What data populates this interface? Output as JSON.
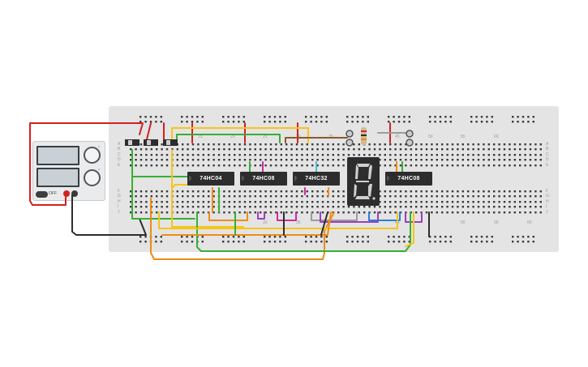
{
  "power_supply": {
    "on_label": "OFF",
    "knob_top_label": "V",
    "knob_bottom_label": "A",
    "terminal_colors": {
      "positive": "#d32020",
      "negative": "#3a3a3a"
    }
  },
  "breadboard": {
    "column_numbers_top": [
      "15",
      "20",
      "25",
      "30",
      "35",
      "40",
      "45",
      "50",
      "55",
      "60"
    ],
    "column_numbers_bottom": [
      "30",
      "35",
      "45",
      "50",
      "55",
      "60"
    ],
    "row_labels_top": [
      "A",
      "B",
      "C",
      "D",
      "E"
    ],
    "row_labels_bottom": [
      "F",
      "G",
      "H",
      "I",
      "J"
    ]
  },
  "chips": [
    {
      "label": "74HC04"
    },
    {
      "label": "74HC08"
    },
    {
      "label": "74HC32"
    },
    {
      "label": "74HC08"
    }
  ],
  "display": {
    "digit": "8",
    "segment_color": "#cfcfcf"
  },
  "wire_colors": {
    "red": "#d32020",
    "green": "#35b035",
    "yellow": "#f5c518",
    "orange": "#f08c16",
    "brown": "#8b5a2b",
    "purple": "#9b3fbf",
    "magenta": "#cc2c9c",
    "blue": "#2a7fd4",
    "black": "#2d2d2d",
    "lightgreen": "#6fcf3a",
    "gray": "#9b9b9b",
    "cyan": "#40c0d8"
  }
}
